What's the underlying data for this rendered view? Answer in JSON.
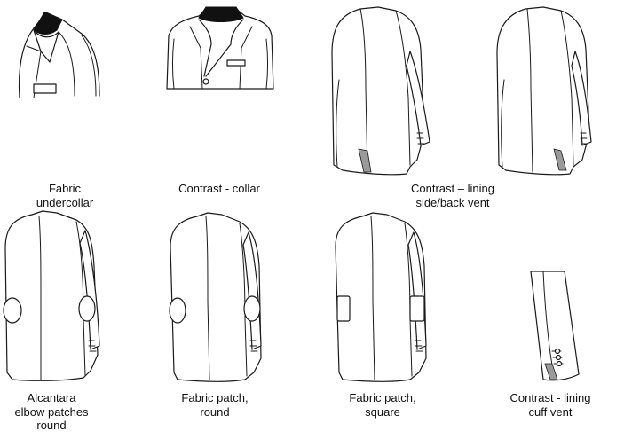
{
  "options": [
    {
      "id": "fabric-undercollar",
      "lines": [
        "Fabric",
        "undercollar"
      ]
    },
    {
      "id": "contrast-collar",
      "lines": [
        "Contrast - collar"
      ]
    },
    {
      "id": "contrast-lining-side-back-vent",
      "lines": [
        "Contrast – lining",
        "side/back vent"
      ]
    },
    {
      "id": "alcantara-elbow-patches-round",
      "lines": [
        "Alcantara",
        "elbow patches",
        "round"
      ]
    },
    {
      "id": "fabric-patch-round",
      "lines": [
        "Fabric patch,",
        "round"
      ]
    },
    {
      "id": "fabric-patch-square",
      "lines": [
        "Fabric patch,",
        "square"
      ]
    },
    {
      "id": "contrast-lining-cuff-vent",
      "lines": [
        "Contrast - lining",
        "cuff vent"
      ]
    }
  ],
  "colors": {
    "ink": "#1a1a1a",
    "contrast_fill": "#111111",
    "lining_fill": "#9a9a9a",
    "background": "#ffffff"
  }
}
